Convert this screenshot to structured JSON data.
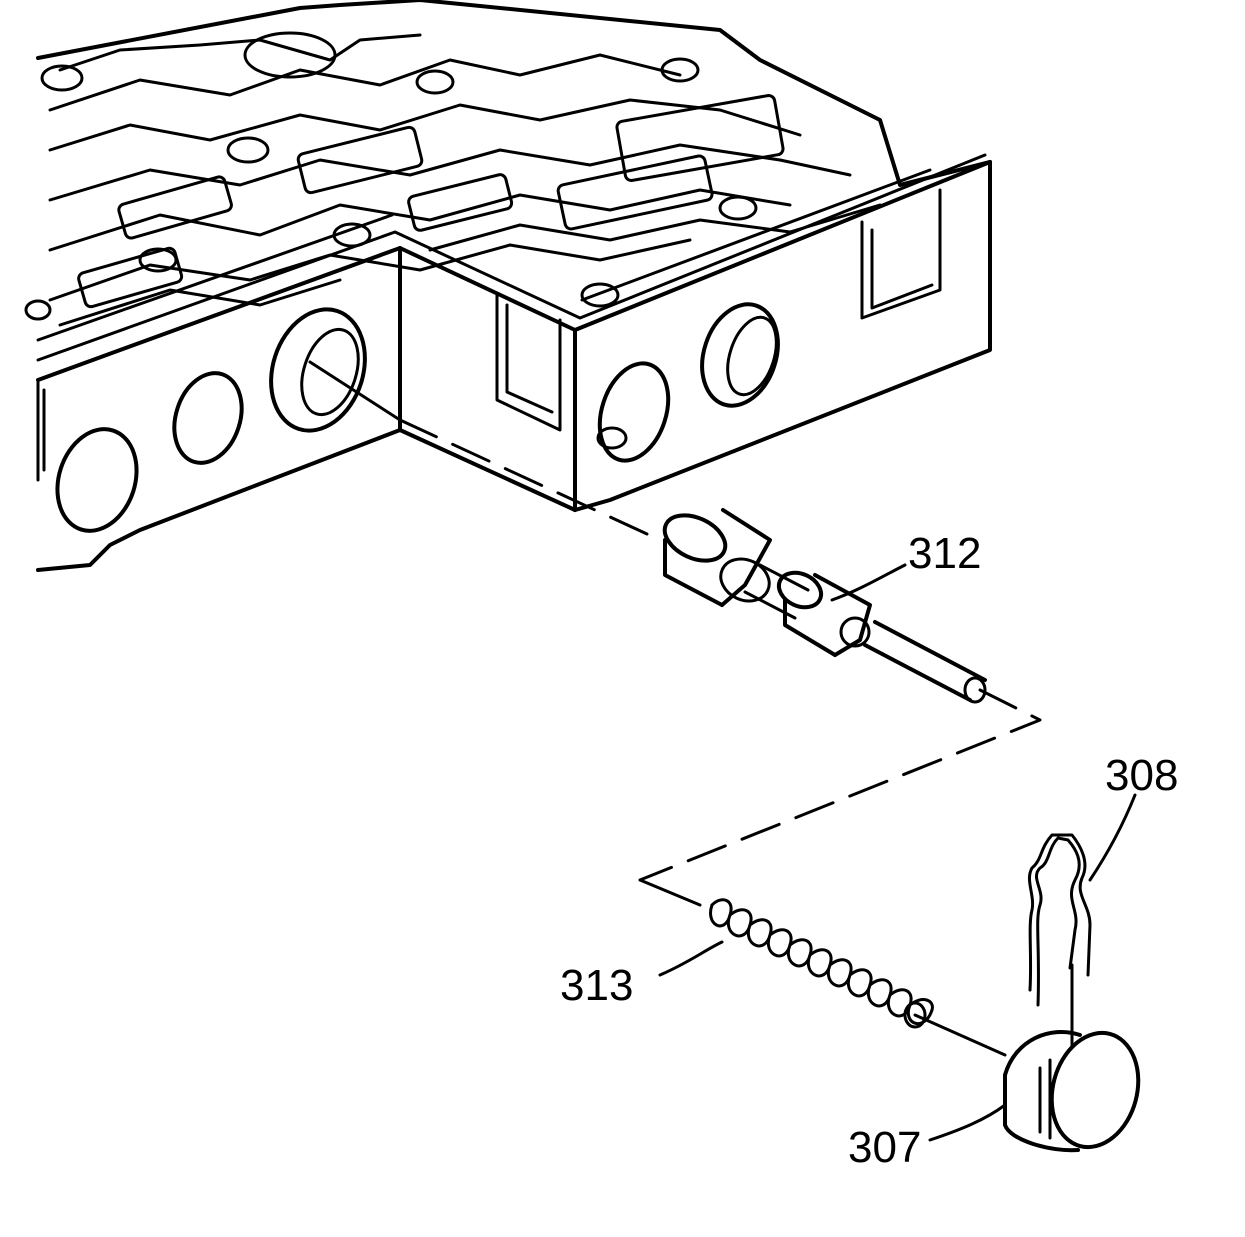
{
  "colors": {
    "line": "#000000",
    "background": "#ffffff"
  },
  "callouts": {
    "valve": "312",
    "clip": "308",
    "spring": "313",
    "plug": "307"
  }
}
